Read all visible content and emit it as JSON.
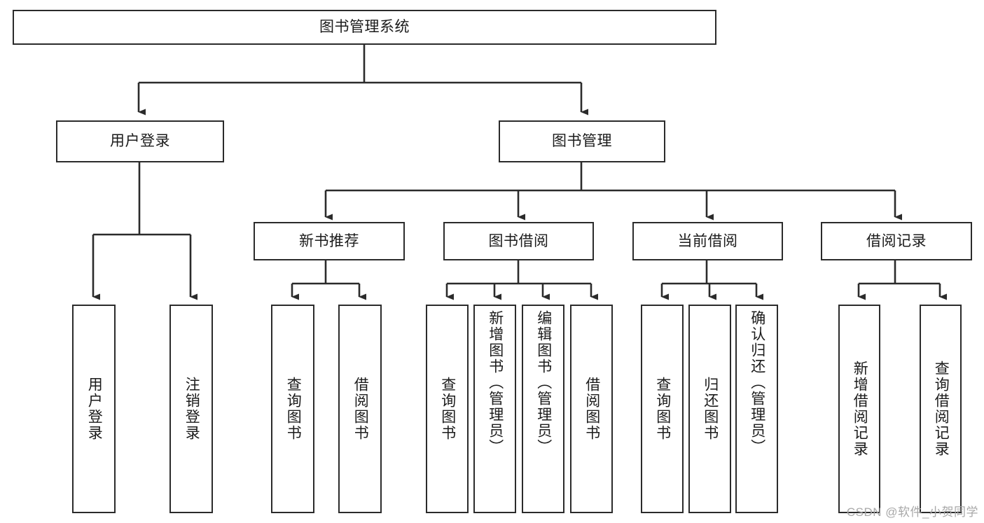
{
  "diagram": {
    "type": "tree",
    "title": "图书管理系统",
    "root": {
      "label": "图书管理系统"
    },
    "level1": [
      {
        "label": "用户登录"
      },
      {
        "label": "图书管理"
      }
    ],
    "level2": [
      {
        "label": "新书推荐"
      },
      {
        "label": "图书借阅"
      },
      {
        "label": "当前借阅"
      },
      {
        "label": "借阅记录"
      }
    ],
    "leaves": {
      "user_login": [
        {
          "label": "用户登录"
        },
        {
          "label": "注销登录"
        }
      ],
      "new_book_recommend": [
        {
          "label": "查询图书"
        },
        {
          "label": "借阅图书"
        }
      ],
      "book_borrow": [
        {
          "label": "查询图书"
        },
        {
          "label": "新增图书（管理员）"
        },
        {
          "label": "编辑图书（管理员）"
        },
        {
          "label": "借阅图书"
        }
      ],
      "current_borrow": [
        {
          "label": "查询图书"
        },
        {
          "label": "归还图书"
        },
        {
          "label": "确认归还（管理员）"
        }
      ],
      "borrow_record": [
        {
          "label": "新增借阅记录"
        },
        {
          "label": "查询借阅记录"
        }
      ]
    }
  },
  "watermark": {
    "text": "CSDN @软件_小贺同学"
  },
  "colors": {
    "stroke": "#2b2b2b",
    "background": "#ffffff",
    "text": "#1b1b1b",
    "watermark": "#a8a8a8"
  }
}
